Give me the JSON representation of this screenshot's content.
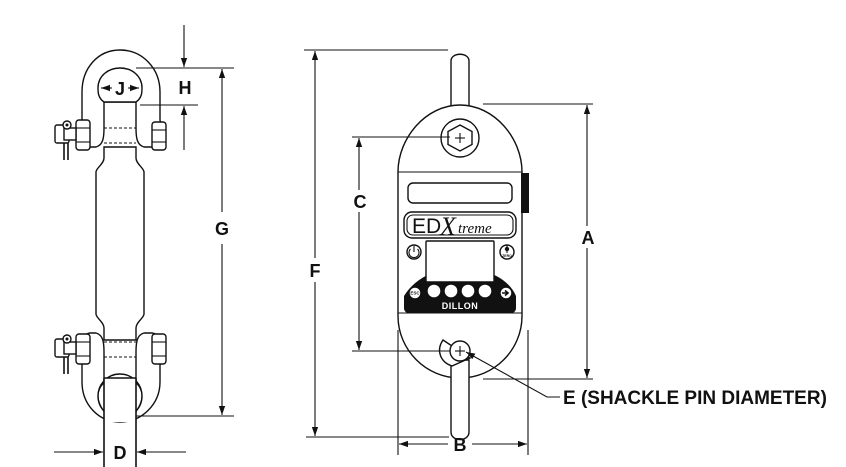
{
  "diagram": {
    "title": "Dynamometer with shackles dimension drawing",
    "dimensions": {
      "J": "J",
      "H": "H",
      "G": "G",
      "D": "D",
      "F": "F",
      "C": "C",
      "A": "A",
      "B": "B",
      "E": "E (SHACKLE PIN DIAMETER)"
    },
    "device": {
      "logo_ed": "ED",
      "logo_x": "X",
      "logo_treme": "treme",
      "brand": "DILLON",
      "esc_label": "ESC",
      "zero_label": "ZERO"
    },
    "colors": {
      "line": "#111111",
      "background": "#ffffff"
    }
  }
}
